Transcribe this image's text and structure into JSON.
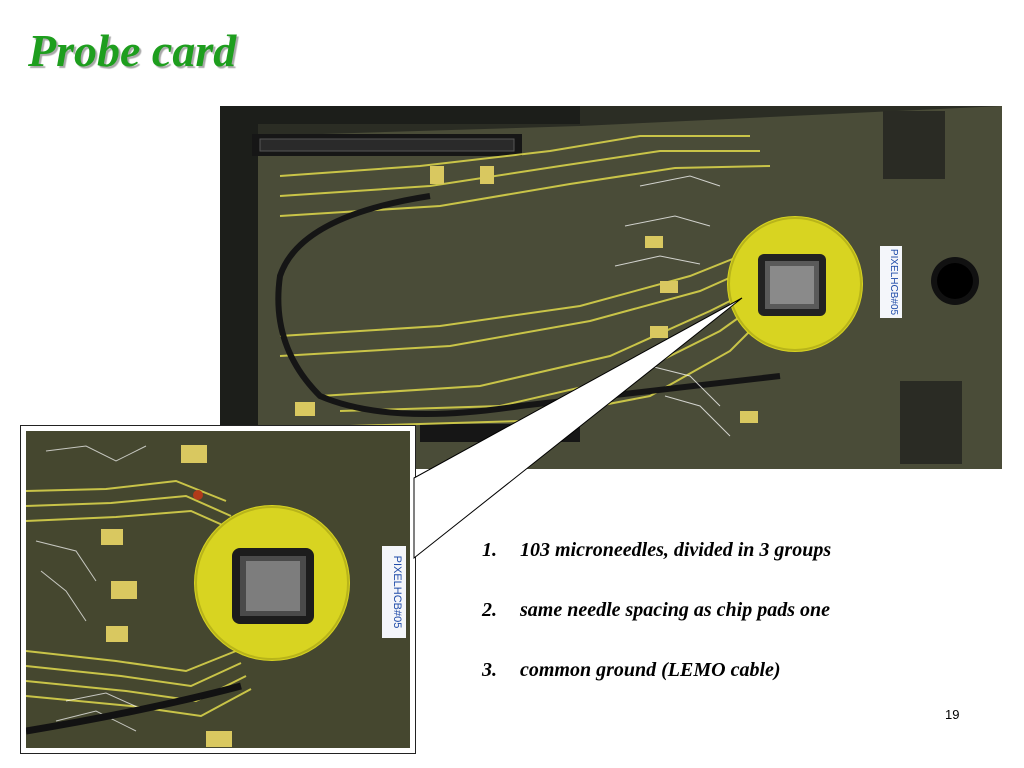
{
  "title": "Probe card",
  "photos": {
    "main_board_label": "PIXELHCB#05",
    "inset_board_label": "PIXELHCB#05"
  },
  "colors": {
    "title": "#1e9e1e",
    "ring": "#d8d421",
    "board": "#3b3d2d",
    "traces": "#c9c448"
  },
  "bullets": [
    {
      "num": "1.",
      "text": "103 microneedles, divided in 3 groups"
    },
    {
      "num": "2.",
      "text": "same needle spacing as chip pads one"
    },
    {
      "num": "3.",
      "text": "common ground (LEMO cable)"
    }
  ],
  "page_number": "19"
}
